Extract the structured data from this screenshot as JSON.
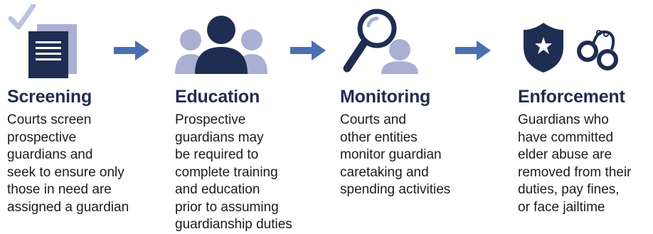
{
  "colors": {
    "navy": "#1f2d52",
    "lavender": "#aab0d3",
    "arrow_blue": "#4a6fb0",
    "check_light": "#bcc2e0"
  },
  "steps": [
    {
      "title": "Screening",
      "description": "Courts screen\nprospective\nguardians and\nseek to ensure only\nthose in need are\nassigned a guardian",
      "icon": "document-check-icon"
    },
    {
      "title": "Education",
      "description": "Prospective\nguardians may\nbe required to\ncomplete training\nand education\nprior to assuming\nguardianship duties",
      "icon": "group-people-icon"
    },
    {
      "title": "Monitoring",
      "description": "Courts and\nother entities\nmonitor guardian\ncaretaking and\nspending activities",
      "icon": "magnifier-person-icon"
    },
    {
      "title": "Enforcement",
      "description": "Guardians who\nhave committed\nelder abuse are\nremoved from their\nduties, pay fines,\nor face jailtime",
      "icon": "badge-handcuffs-icon"
    }
  ]
}
